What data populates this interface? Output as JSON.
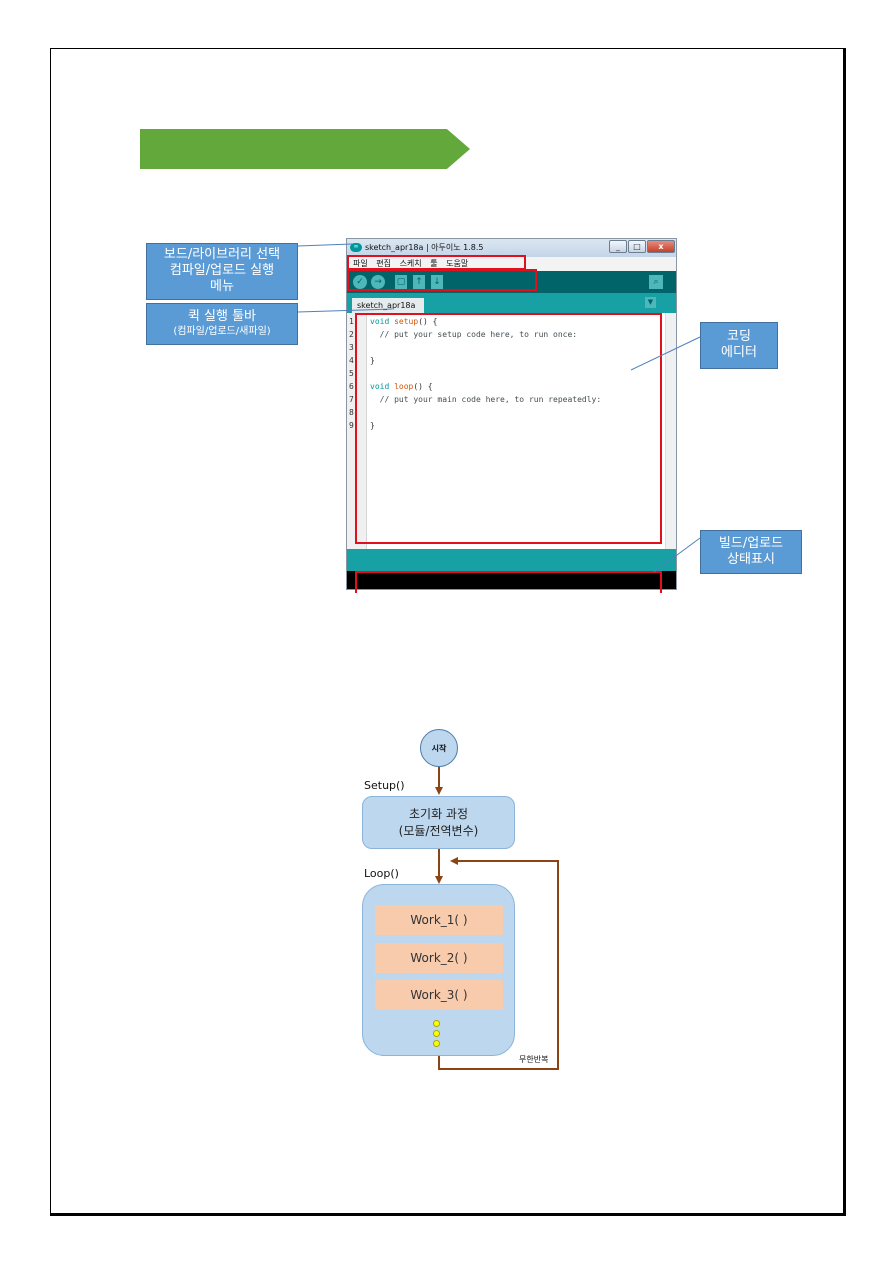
{
  "window": {
    "title": "sketch_apr18a | 아두이노 1.8.5",
    "logo_text": "∞",
    "controls": {
      "minimize": "_",
      "maximize": "□",
      "close": "x"
    },
    "menu": [
      "파일",
      "편집",
      "스케치",
      "툴",
      "도움말"
    ],
    "toolbar": {
      "verify": "✓",
      "upload": "→",
      "new": "▢",
      "open": "↑",
      "save": "↓",
      "serial_monitor": "⌕"
    },
    "tab": "sketch_apr18a",
    "tab_menu": "▼",
    "line_numbers": [
      "1",
      "2",
      "3",
      "4",
      "5",
      "6",
      "7",
      "8",
      "9"
    ],
    "code_lines": [
      "void setup() {",
      "  // put your setup code here, to run once:",
      "",
      "}",
      "",
      "void loop() {",
      "  // put your main code here, to run repeatedly:",
      "",
      "}"
    ]
  },
  "callouts": {
    "menu_line1": "보드/라이브러리 선택",
    "menu_line2": "컴파일/업로드 실행",
    "menu_line3": "메뉴",
    "toolbar_line1": "퀵 실행 툴바",
    "toolbar_line2": "(컴파일/업로드/새파일)",
    "editor_line1": "코딩",
    "editor_line2": "에디터",
    "status_line1": "빌드/업로드",
    "status_line2": "상태표시"
  },
  "flow": {
    "start": "시작",
    "setup_label": "Setup()",
    "init_line1": "초기화 과정",
    "init_line2": "(모듈/전역변수)",
    "loop_label": "Loop()",
    "works": [
      "Work_1( )",
      "Work_2( )",
      "Work_3( )"
    ],
    "repeat_label": "무한반복"
  },
  "colors": {
    "banner": "#63a83b",
    "callout": "#5b9bd5",
    "highlight": "#e0101c",
    "flow_box": "#bdd7ee",
    "work_box": "#f8cbad",
    "arrow": "#8b4513"
  }
}
